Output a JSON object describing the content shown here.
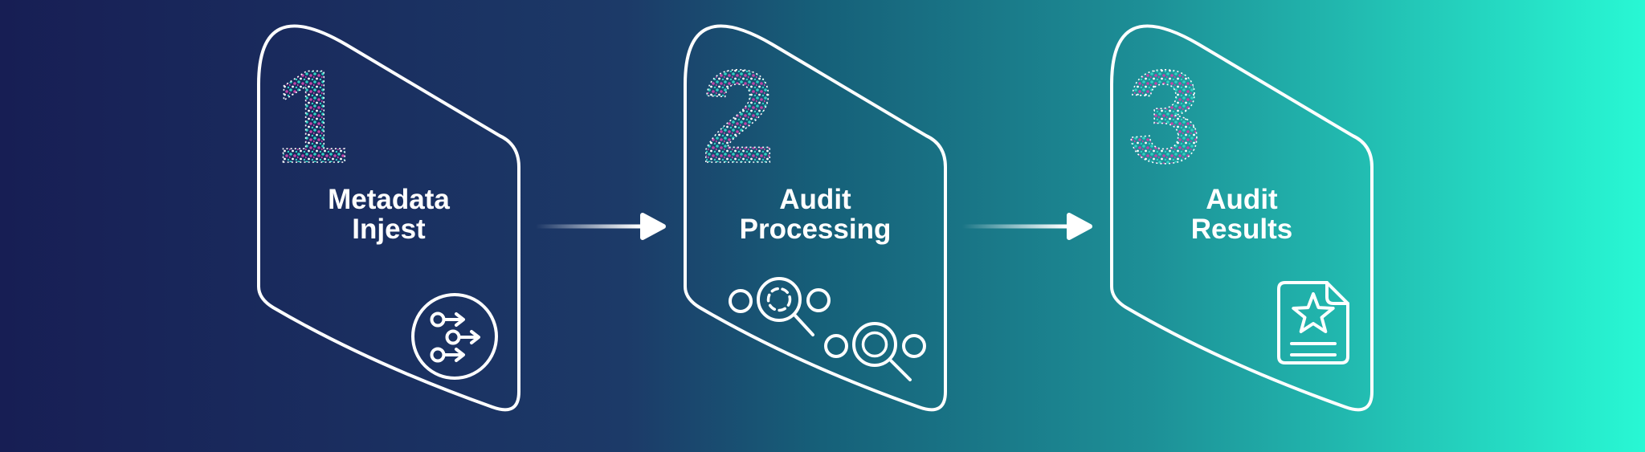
{
  "diagram": {
    "type": "process-flow",
    "direction": "left-to-right",
    "step_count": 3
  },
  "steps": [
    {
      "number": "1",
      "title_line1": "Metadata",
      "title_line2": "Injest",
      "icon": "share-network-icon"
    },
    {
      "number": "2",
      "title_line1": "Audit",
      "title_line2": "Processing",
      "icon": "magnifier-cluster-icon"
    },
    {
      "number": "3",
      "title_line1": "Audit",
      "title_line2": "Results",
      "icon": "starred-document-icon"
    }
  ],
  "colors": {
    "bg_left": "#171e54",
    "bg_mid1": "#1c3a68",
    "bg_mid2": "#166079",
    "bg_mid3": "#1d9097",
    "bg_right": "#28f8d4",
    "outline": "#ffffff",
    "label_text": "#ffffff",
    "dot_teal": "#2fd0c2",
    "dot_magenta": "#c244a8",
    "dot_white": "#ffffff"
  }
}
